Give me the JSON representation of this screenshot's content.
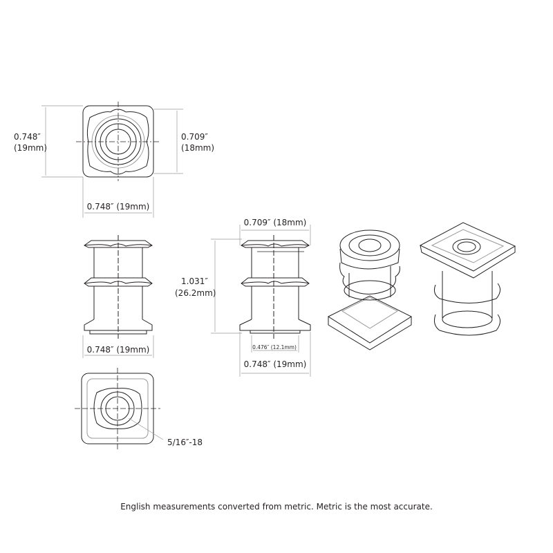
{
  "top_view": {
    "height_in": "0.748″",
    "height_mm": "(19mm)",
    "inner_in": "0.709″",
    "inner_mm": "(18mm)",
    "width": "0.748″ (19mm)"
  },
  "side_view_left": {
    "width": "0.748″ (19mm)"
  },
  "side_view_dim": {
    "top_width": "0.709″ (18mm)",
    "height_in": "1.031″",
    "height_mm": "(26.2mm)",
    "bore": "0.476″ (12.1mm)",
    "base_width": "0.748″ (19mm)"
  },
  "bottom_view": {
    "thread": "5/16″-18"
  },
  "footer": "English measurements converted from metric. Metric is the most accurate.",
  "colors": {
    "line": "#231f20",
    "dim": "#999999"
  }
}
